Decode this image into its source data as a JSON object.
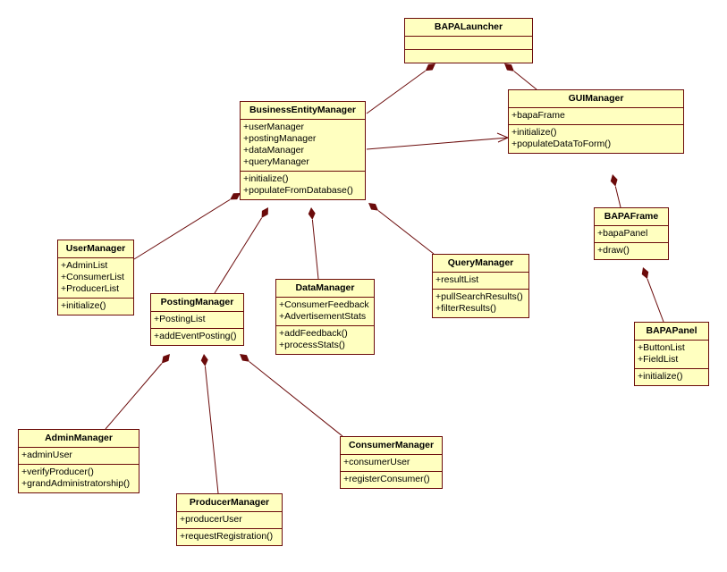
{
  "colors": {
    "fill": "#ffffc0",
    "border": "#6b0b0b",
    "edge": "#6b0b0b"
  },
  "classes": {
    "launcher": {
      "name": "BAPALauncher",
      "attrs": [],
      "ops": []
    },
    "bem": {
      "name": "BusinessEntityManager",
      "attrs": [
        "+userManager",
        "+postingManager",
        "+dataManager",
        "+queryManager"
      ],
      "ops": [
        "+initialize()",
        "+populateFromDatabase()"
      ]
    },
    "gui": {
      "name": "GUIManager",
      "attrs": [
        "+bapaFrame"
      ],
      "ops": [
        "+initialize()",
        "+populateDataToForm()"
      ]
    },
    "user": {
      "name": "UserManager",
      "attrs": [
        "+AdminList",
        "+ConsumerList",
        "+ProducerList"
      ],
      "ops": [
        "+initialize()"
      ]
    },
    "posting": {
      "name": "PostingManager",
      "attrs": [
        "+PostingList"
      ],
      "ops": [
        "+addEventPosting()"
      ]
    },
    "data": {
      "name": "DataManager",
      "attrs": [
        "+ConsumerFeedback",
        "+AdvertisementStats"
      ],
      "ops": [
        "+addFeedback()",
        "+processStats()"
      ]
    },
    "query": {
      "name": "QueryManager",
      "attrs": [
        "+resultList"
      ],
      "ops": [
        "+pullSearchResults()",
        "+filterResults()"
      ]
    },
    "frame": {
      "name": "BAPAFrame",
      "attrs": [
        "+bapaPanel"
      ],
      "ops": [
        "+draw()"
      ]
    },
    "panel": {
      "name": "BAPAPanel",
      "attrs": [
        "+ButtonList",
        "+FieldList"
      ],
      "ops": [
        "+initialize()"
      ]
    },
    "admin": {
      "name": "AdminManager",
      "attrs": [
        "+adminUser"
      ],
      "ops": [
        "+verifyProducer()",
        "+grandAdministratorship()"
      ]
    },
    "consumer": {
      "name": "ConsumerManager",
      "attrs": [
        "+consumerUser"
      ],
      "ops": [
        "+registerConsumer()"
      ]
    },
    "producer": {
      "name": "ProducerManager",
      "attrs": [
        "+producerUser"
      ],
      "ops": [
        "+requestRegistration()"
      ]
    }
  }
}
